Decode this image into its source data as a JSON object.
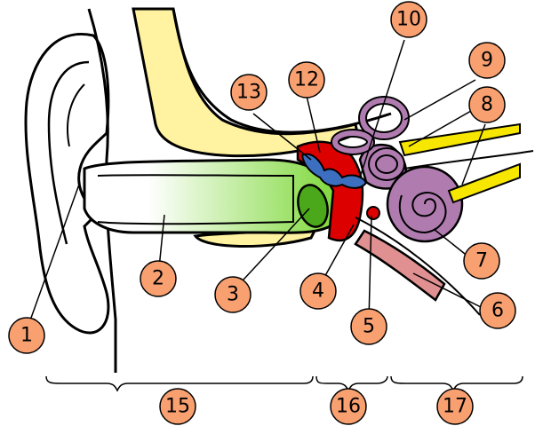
{
  "colors": {
    "callout_fill": "#f9a070",
    "callout_stroke": "#000000",
    "bone": "#fff2a0",
    "canal_green": "#7ed83a",
    "middle_ear_red": "#dd0000",
    "ossicles_blue": "#3d6fc0",
    "inner_ear_purple": "#b07cb0",
    "nerve_yellow": "#f6e600",
    "tube_pink": "#e09090"
  },
  "callouts": [
    {
      "id": "1",
      "label": "1"
    },
    {
      "id": "2",
      "label": "2"
    },
    {
      "id": "3",
      "label": "3"
    },
    {
      "id": "4",
      "label": "4"
    },
    {
      "id": "5",
      "label": "5"
    },
    {
      "id": "6",
      "label": "6"
    },
    {
      "id": "7",
      "label": "7"
    },
    {
      "id": "8",
      "label": "8"
    },
    {
      "id": "9",
      "label": "9"
    },
    {
      "id": "10",
      "label": "10"
    },
    {
      "id": "12",
      "label": "12"
    },
    {
      "id": "13",
      "label": "13"
    },
    {
      "id": "15",
      "label": "15"
    },
    {
      "id": "16",
      "label": "16"
    },
    {
      "id": "17",
      "label": "17"
    }
  ]
}
